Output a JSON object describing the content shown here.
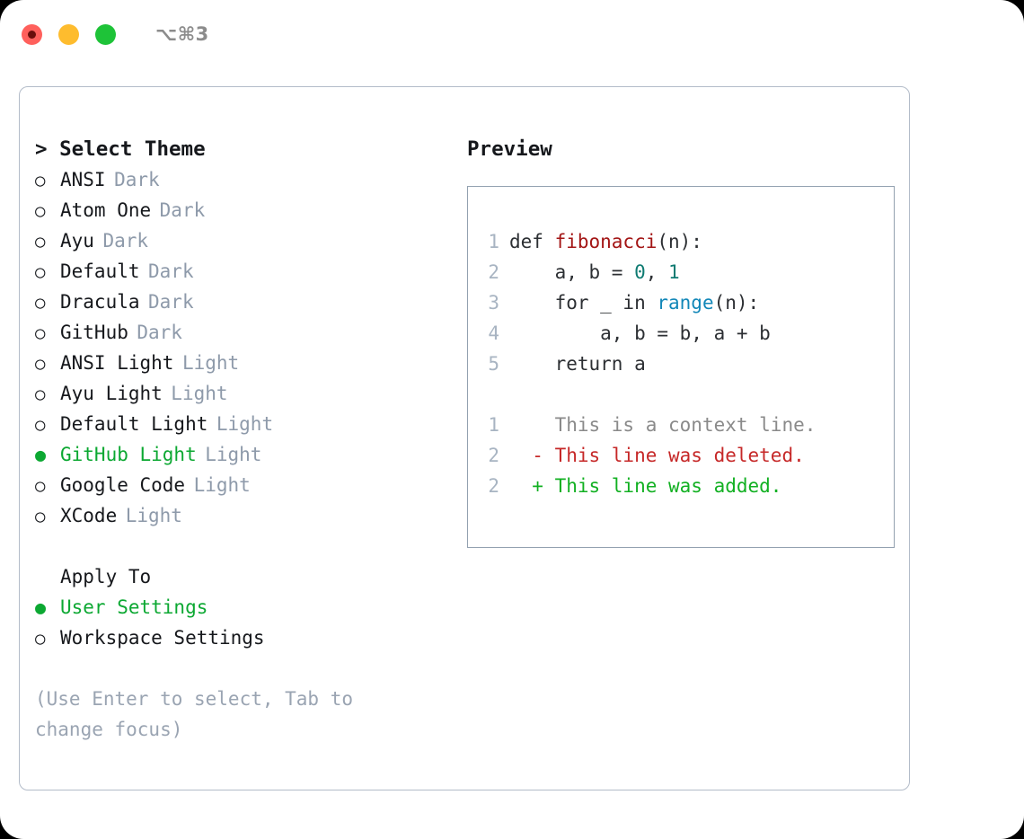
{
  "titlebar": {
    "shortcut": "⌥⌘3",
    "buttons": [
      {
        "name": "close",
        "color": "#ff605c"
      },
      {
        "name": "minimize",
        "color": "#febc2e"
      },
      {
        "name": "maximize",
        "color": "#1ec338"
      }
    ]
  },
  "theme_selector": {
    "header": "> Select Theme",
    "bullet_selected": "●",
    "bullet_unselected": "○",
    "items": [
      {
        "bullet": "○",
        "name": "ANSI",
        "tag": "Dark",
        "selected": false
      },
      {
        "bullet": "○",
        "name": "Atom One",
        "tag": "Dark",
        "selected": false
      },
      {
        "bullet": "○",
        "name": "Ayu",
        "tag": "Dark",
        "selected": false
      },
      {
        "bullet": "○",
        "name": "Default",
        "tag": "Dark",
        "selected": false
      },
      {
        "bullet": "○",
        "name": "Dracula",
        "tag": "Dark",
        "selected": false
      },
      {
        "bullet": "○",
        "name": "GitHub",
        "tag": "Dark",
        "selected": false
      },
      {
        "bullet": "○",
        "name": "ANSI Light",
        "tag": "Light",
        "selected": false
      },
      {
        "bullet": "○",
        "name": "Ayu Light",
        "tag": "Light",
        "selected": false
      },
      {
        "bullet": "○",
        "name": "Default Light",
        "tag": "Light",
        "selected": false
      },
      {
        "bullet": "●",
        "name": "GitHub Light",
        "tag": "Light",
        "selected": true
      },
      {
        "bullet": "○",
        "name": "Google Code",
        "tag": "Light",
        "selected": false
      },
      {
        "bullet": "○",
        "name": "XCode",
        "tag": "Light",
        "selected": false
      }
    ]
  },
  "apply_to": {
    "label": "Apply To",
    "items": [
      {
        "bullet": "●",
        "name": "User Settings",
        "selected": true
      },
      {
        "bullet": "○",
        "name": "Workspace Settings",
        "selected": false
      }
    ]
  },
  "hint": "(Use Enter to select, Tab to change focus)",
  "preview": {
    "title": "Preview",
    "code_lines": [
      {
        "lineno": "1",
        "tokens": [
          {
            "t": "def ",
            "c": "plain"
          },
          {
            "t": "fibonacci",
            "c": "fn"
          },
          {
            "t": "(n):",
            "c": "plain"
          }
        ]
      },
      {
        "lineno": "2",
        "tokens": [
          {
            "t": "    a, b = ",
            "c": "plain"
          },
          {
            "t": "0",
            "c": "num"
          },
          {
            "t": ", ",
            "c": "plain"
          },
          {
            "t": "1",
            "c": "num"
          }
        ]
      },
      {
        "lineno": "3",
        "tokens": [
          {
            "t": "    for _ in ",
            "c": "plain"
          },
          {
            "t": "range",
            "c": "builtin"
          },
          {
            "t": "(n):",
            "c": "plain"
          }
        ]
      },
      {
        "lineno": "4",
        "tokens": [
          {
            "t": "        a, b = b, a + b",
            "c": "plain"
          }
        ]
      },
      {
        "lineno": "5",
        "tokens": [
          {
            "t": "    return a",
            "c": "plain"
          }
        ]
      }
    ],
    "diff_lines": [
      {
        "lineno": "1",
        "sign": " ",
        "text": "This is a context line.",
        "kind": "ctx"
      },
      {
        "lineno": "2",
        "sign": "-",
        "text": "This line was deleted.",
        "kind": "del"
      },
      {
        "lineno": "2",
        "sign": "+",
        "text": "This line was added.",
        "kind": "add"
      }
    ]
  },
  "colors": {
    "accent_green": "#0ca832",
    "muted_gray": "#8e9aaa",
    "border": "#b3bcc9",
    "preview_border": "#93a1b0",
    "diff_add": "#12b022",
    "diff_del": "#c62828",
    "token_fn": "#a31515",
    "token_num": "#0f7b72",
    "token_builtin": "#1287b8"
  }
}
